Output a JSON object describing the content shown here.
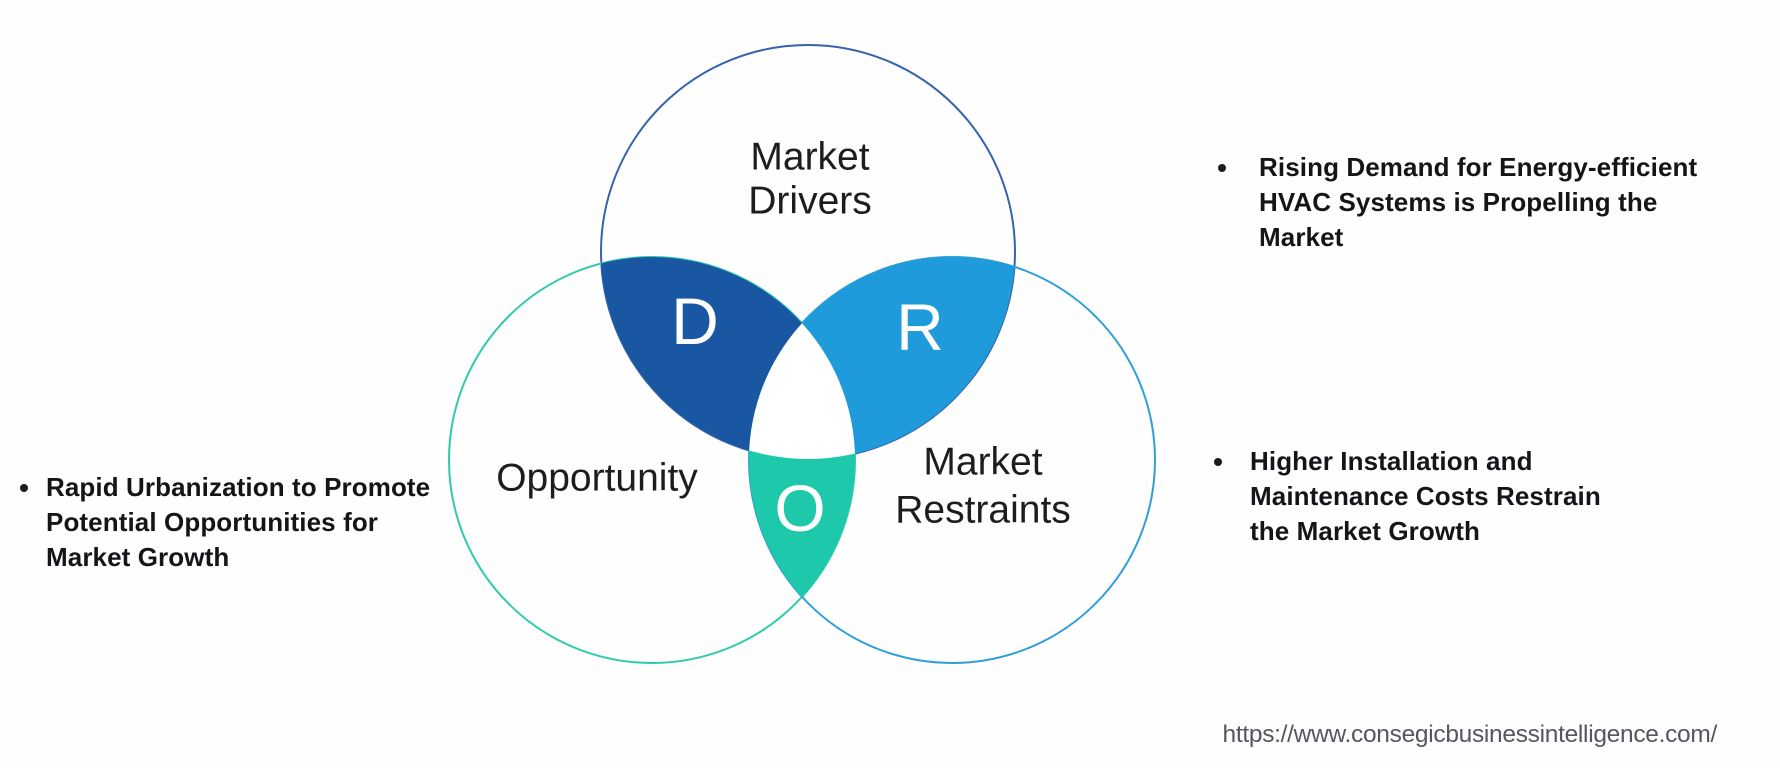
{
  "colors": {
    "background": "#fefefe",
    "drivers_stroke": "#3764aa",
    "drivers_lens_fill": "#1a57a3",
    "opportunity_stroke": "#2ecbaa",
    "opportunity_lens_fill": "#1ec9ab",
    "restraints_stroke": "#2f9fd9",
    "restraints_lens_fill": "#1f9bdb",
    "center_fill": "#ffffff",
    "letter_color": "#ffffff",
    "label_color": "#1d1d1f",
    "bullet_text_color": "#131518",
    "url_color": "#54575d"
  },
  "venn": {
    "drivers": {
      "label_line1": "Market",
      "label_line2": "Drivers",
      "letter": "D"
    },
    "opportunity": {
      "label": "Opportunity",
      "letter": "O"
    },
    "restraints": {
      "label_line1": "Market",
      "label_line2": "Restraints",
      "letter": "R"
    }
  },
  "bullets": {
    "left": {
      "line1": "Rapid Urbanization to Promote",
      "line2": "Potential Opportunities for",
      "line3": "Market Growth"
    },
    "right_top": {
      "line1": "Rising Demand for Energy-efficient",
      "line2": "HVAC Systems is Propelling the",
      "line3": "Market"
    },
    "right_bottom": {
      "line1": "Higher Installation and",
      "line2": "Maintenance Costs Restrain",
      "line3": "the Market Growth"
    }
  },
  "footer": {
    "url": "https://www.consegicbusinessintelligence.com/"
  }
}
